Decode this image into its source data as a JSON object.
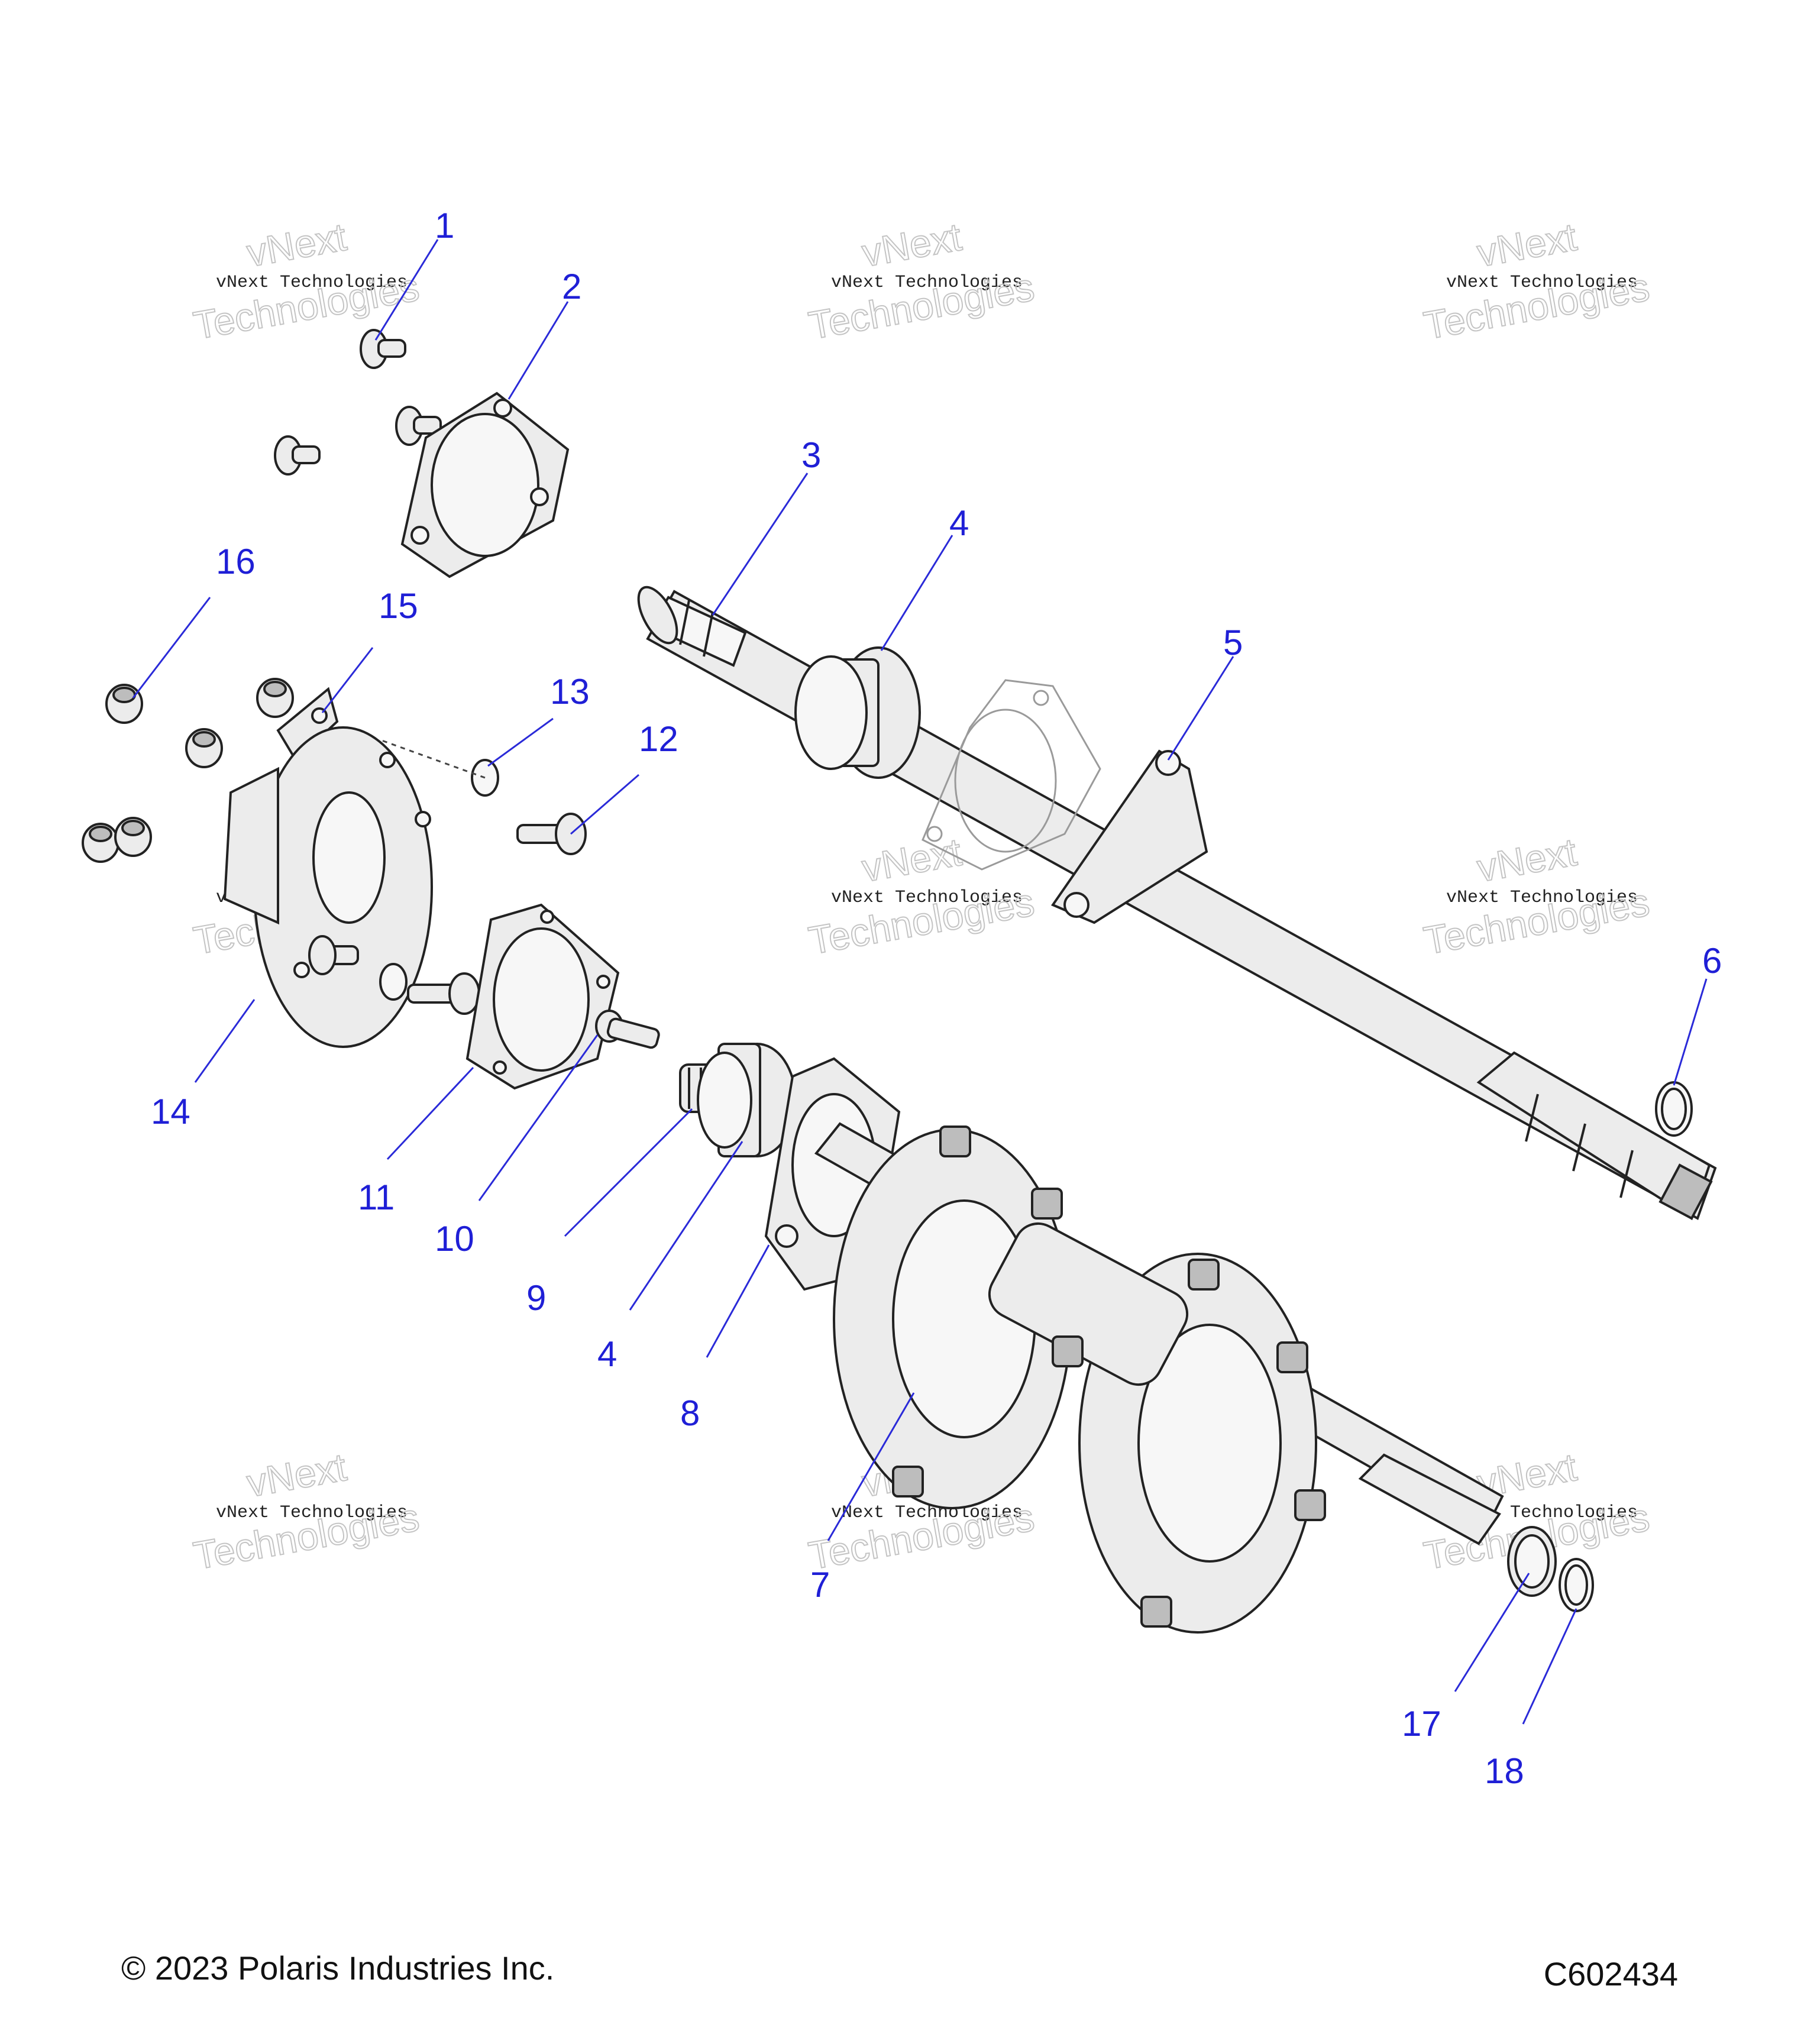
{
  "callouts": [
    {
      "n": "1"
    },
    {
      "n": "2"
    },
    {
      "n": "3"
    },
    {
      "n": "4"
    },
    {
      "n": "5"
    },
    {
      "n": "6"
    },
    {
      "n": "7"
    },
    {
      "n": "8"
    },
    {
      "n": "9"
    },
    {
      "n": "10"
    },
    {
      "n": "11"
    },
    {
      "n": "12"
    },
    {
      "n": "13"
    },
    {
      "n": "14"
    },
    {
      "n": "15"
    },
    {
      "n": "16"
    },
    {
      "n": "17"
    },
    {
      "n": "18"
    },
    {
      "n": "4"
    }
  ],
  "watermark": {
    "top_line": "vNext",
    "mid_line": "vNext Technologies",
    "outline_line": "Technologies"
  },
  "footer": {
    "copyright": "© 2023 Polaris Industries Inc.",
    "figure_id": "C602434"
  },
  "colors": {
    "callout": "#1f1fd6",
    "line": "#222222"
  }
}
